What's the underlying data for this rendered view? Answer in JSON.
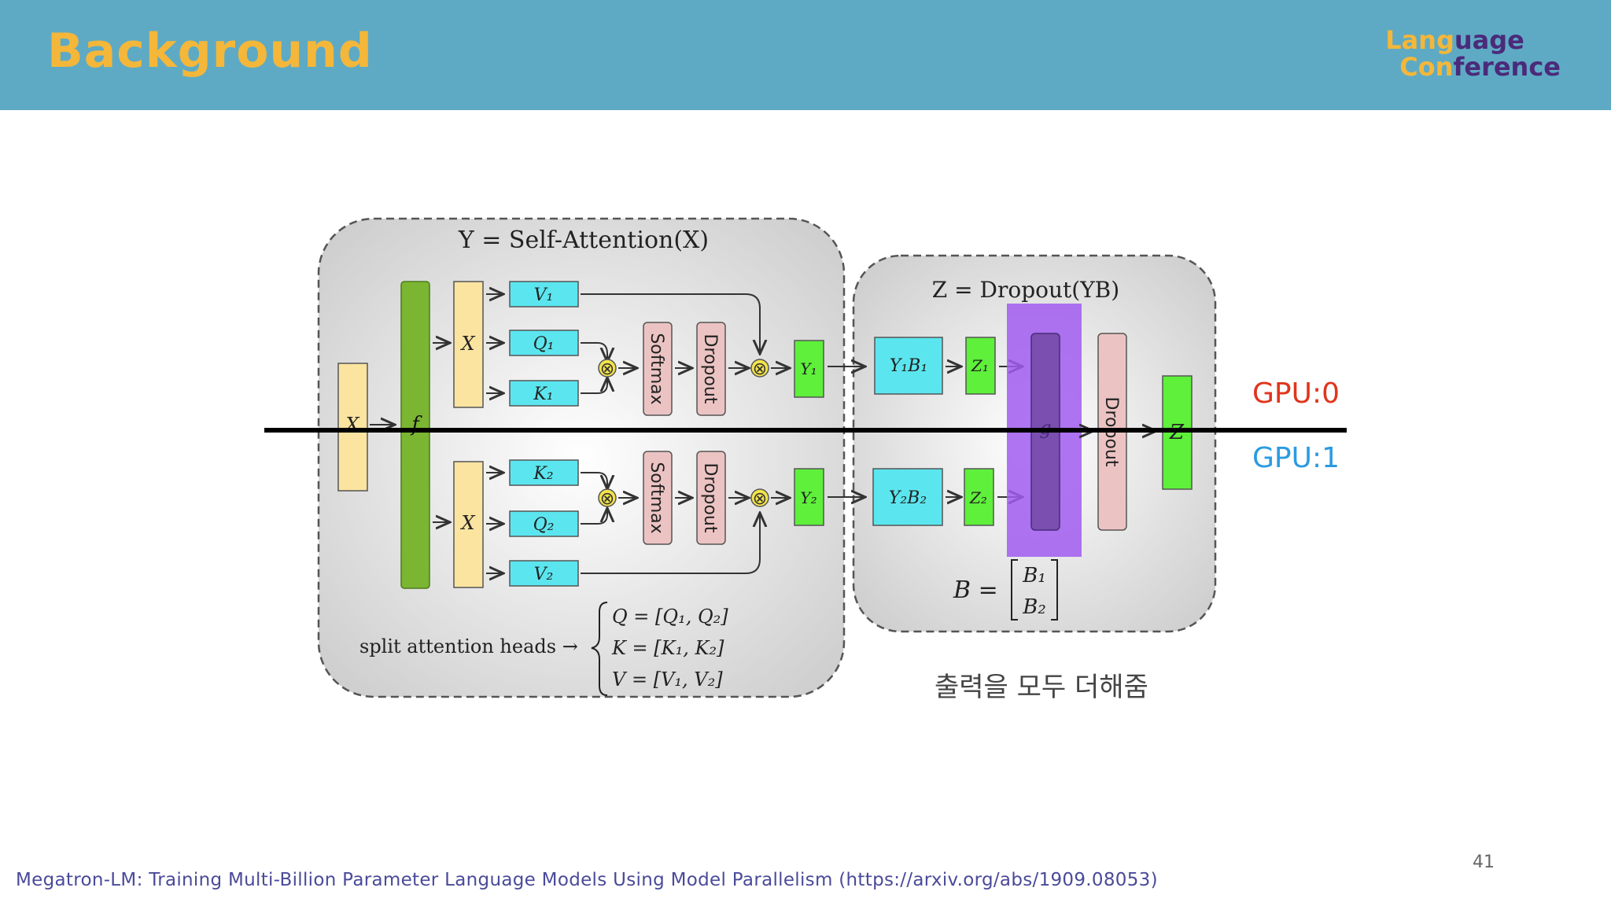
{
  "header": {
    "title": "Background",
    "logo_line1_a": "Lang",
    "logo_line1_b": "uage",
    "logo_line2_a": "Con",
    "logo_line2_b": "ference"
  },
  "colors": {
    "header_bg": "#5eaac4",
    "title": "#f4b73a",
    "gpu0": "#e0351c",
    "gpu1": "#2b9be0",
    "highlight": "#a05cf0"
  },
  "diagram": {
    "attention_title": "Y = Self-Attention(X)",
    "dropout_title": "Z = Dropout(YB)",
    "input_x": "X",
    "split_f": "f",
    "gather_g": "g",
    "output_z": "Z",
    "x_top": "X",
    "x_bottom": "X",
    "v1": "V₁",
    "q1": "Q₁",
    "k1": "K₁",
    "k2": "K₂",
    "q2": "Q₂",
    "v2": "V₂",
    "softmax": "Softmax",
    "dropout": "Dropout",
    "y1": "Y₁",
    "y2": "Y₂",
    "y1b1": "Y₁B₁",
    "y2b2": "Y₂B₂",
    "z1": "Z₁",
    "z2": "Z₂",
    "multiply_symbol": "⊗",
    "split_heads_label": "split attention heads →",
    "eq_q": "Q = [Q₁, Q₂]",
    "eq_k": "K = [K₁, K₂]",
    "eq_v": "V = [V₁, V₂]",
    "b_lhs": "B =",
    "b1": "B₁",
    "b2": "B₂"
  },
  "gpu_labels": {
    "gpu0": "GPU:0",
    "gpu1": "GPU:1"
  },
  "note": "출력을 모두 더해줌",
  "page_number": "41",
  "citation": "Megatron-LM: Training Multi-Billion Parameter Language Models Using Model Parallelism (https://arxiv.org/abs/1909.08053)"
}
